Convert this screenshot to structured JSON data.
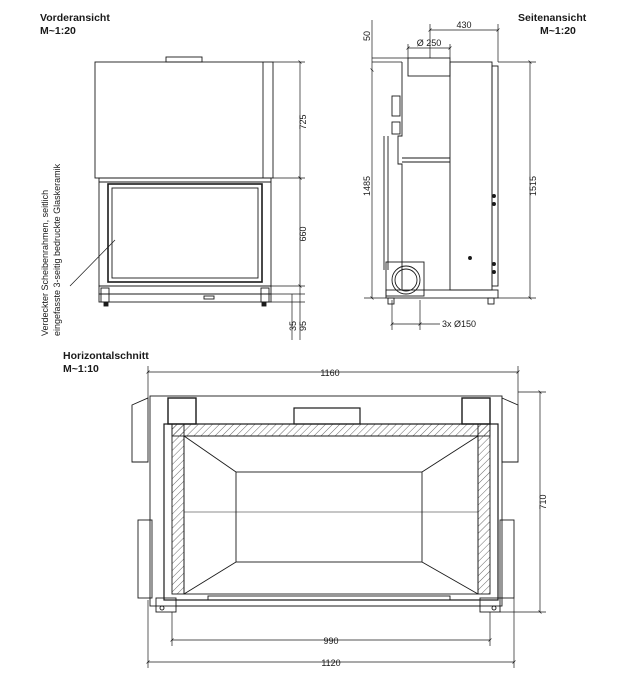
{
  "views": {
    "front": {
      "title": "Vorderansicht",
      "scale": "M~1:20"
    },
    "side": {
      "title": "Seitenansicht",
      "scale": "M~1:20"
    },
    "section": {
      "title": "Horizontalschnitt",
      "scale": "M~1:10"
    }
  },
  "note": {
    "line1": "Verdeckter Scheibenrahmen, seitlich",
    "line2": "eingefasste 3-seitig bedruckte Glaskeramik"
  },
  "dimensions": {
    "front_top": "725",
    "front_opening": "660",
    "front_base": "95",
    "front_foot": "35",
    "side_top": "50",
    "side_depth": "430",
    "side_flue": "Ø 250",
    "side_height_inner": "1485",
    "side_height_total": "1515",
    "side_air": "3x Ø150",
    "section_outer": "1160",
    "section_depth": "710",
    "section_inner": "990",
    "section_base": "1120"
  }
}
